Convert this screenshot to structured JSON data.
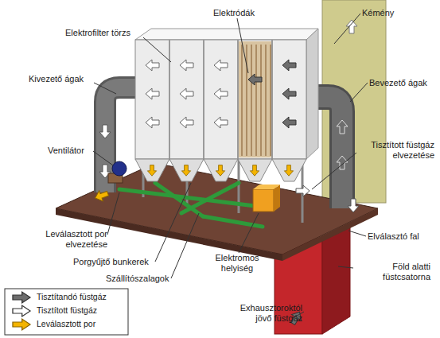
{
  "diagram": {
    "labels": [
      "Kémény",
      "Elektrofilter törzs",
      "Elektródák",
      "Kivezető ágak",
      "Bevezető ágak",
      "Ventilátor",
      "Tisztított füstgáz elvezetése",
      "Leválasztott por elvezetése",
      "Porgyűjtő bunkerek",
      "Szállítószalagok",
      "Elektromos helyiség",
      "Elválasztó fal",
      "Föld alatti füstcsatorna",
      "Exhausztoroktól jövő füstgáz"
    ],
    "legend": [
      {
        "text": "Tisztítandó füstgáz"
      },
      {
        "text": "Tisztított füstgáz"
      },
      {
        "text": "Leválasztott por"
      }
    ]
  }
}
